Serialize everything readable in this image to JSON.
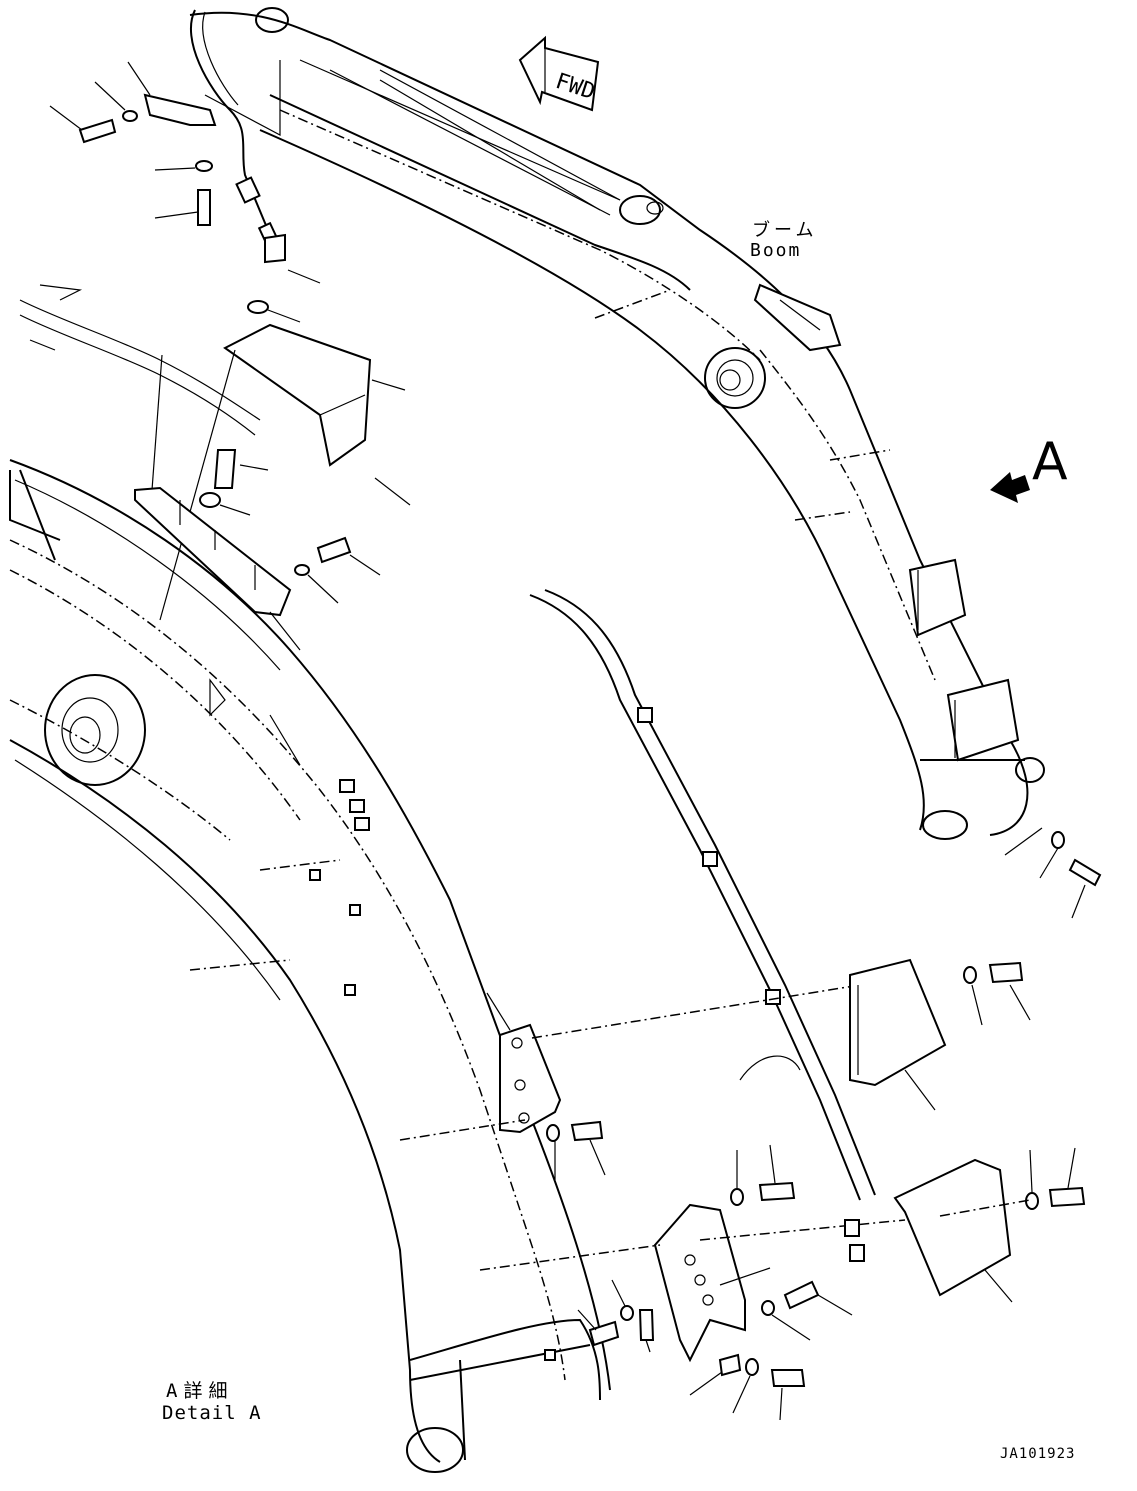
{
  "labels": {
    "fwd": "FWD",
    "boom_jp": "ブーム",
    "boom_en": "Boom",
    "view_a": "A",
    "detail_jp": "A詳細",
    "detail_en": "Detail A",
    "drawing_no": "JA101923"
  },
  "colors": {
    "line": "#000000",
    "background": "#ffffff"
  },
  "icons": {
    "fwd_arrow": "fwd-arrow-icon",
    "view_arrow": "view-direction-arrow-icon"
  }
}
